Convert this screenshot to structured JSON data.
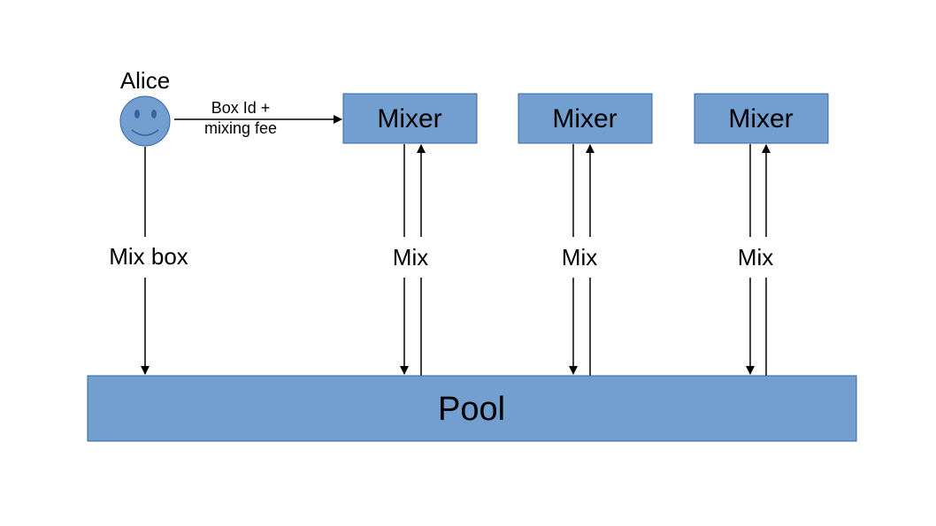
{
  "actor": {
    "name": "Alice",
    "icon": "smiley-face-icon",
    "color": "#729fcf"
  },
  "request_arrow": {
    "line1": "Box Id +",
    "line2": "mixing fee"
  },
  "mix_box_label": "Mix box",
  "mixers": [
    {
      "label": "Mixer",
      "link_label": "Mix"
    },
    {
      "label": "Mixer",
      "link_label": "Mix"
    },
    {
      "label": "Mixer",
      "link_label": "Mix"
    }
  ],
  "pool": {
    "label": "Pool"
  },
  "colors": {
    "box_fill": "#729fcf",
    "box_stroke": "#3465a4",
    "line": "#000000"
  }
}
